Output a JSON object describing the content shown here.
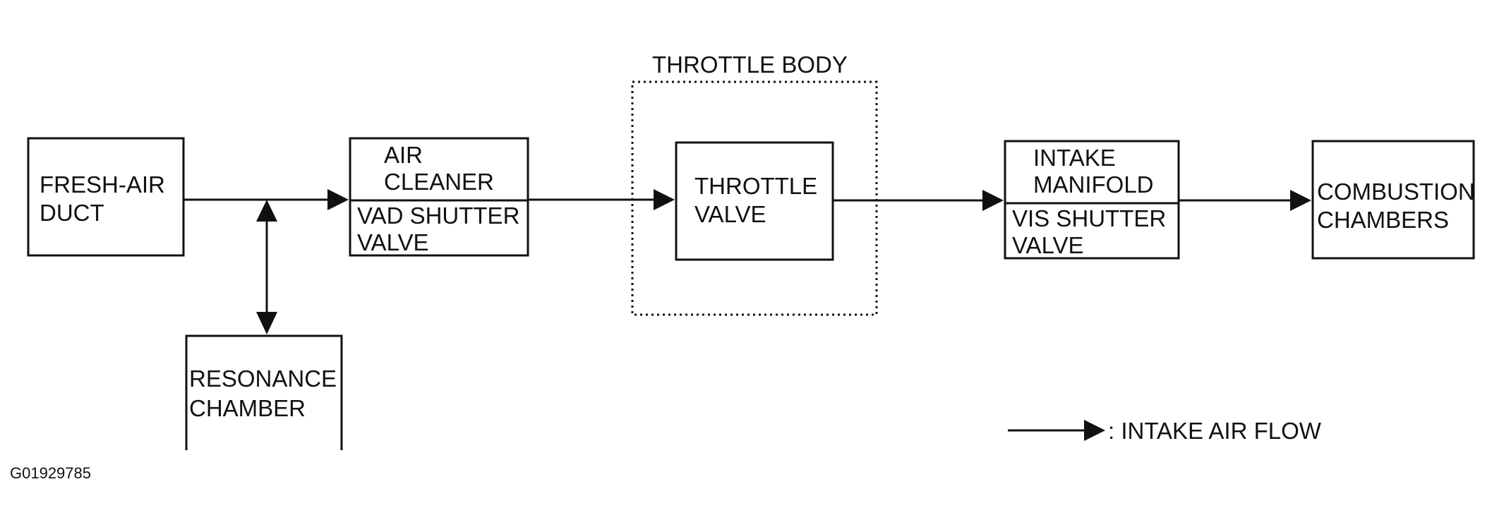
{
  "diagram": {
    "fresh_air_duct": [
      "FRESH-AIR",
      "DUCT"
    ],
    "resonance_chamber": [
      "RESONANCE",
      "CHAMBER"
    ],
    "air_cleaner": [
      "AIR",
      "CLEANER"
    ],
    "vad_shutter_valve": [
      "VAD SHUTTER",
      "VALVE"
    ],
    "throttle_body": "THROTTLE BODY",
    "throttle_valve": [
      "THROTTLE",
      "VALVE"
    ],
    "intake_manifold": [
      "INTAKE",
      "MANIFOLD"
    ],
    "vis_shutter_valve": [
      "VIS SHUTTER",
      "VALVE"
    ],
    "combustion_chambers": [
      "COMBUSTION",
      "CHAMBERS"
    ],
    "legend": ": INTAKE AIR FLOW",
    "figure_id": "G01929785"
  },
  "colors": {
    "ink": "#111111",
    "background": "#ffffff"
  }
}
